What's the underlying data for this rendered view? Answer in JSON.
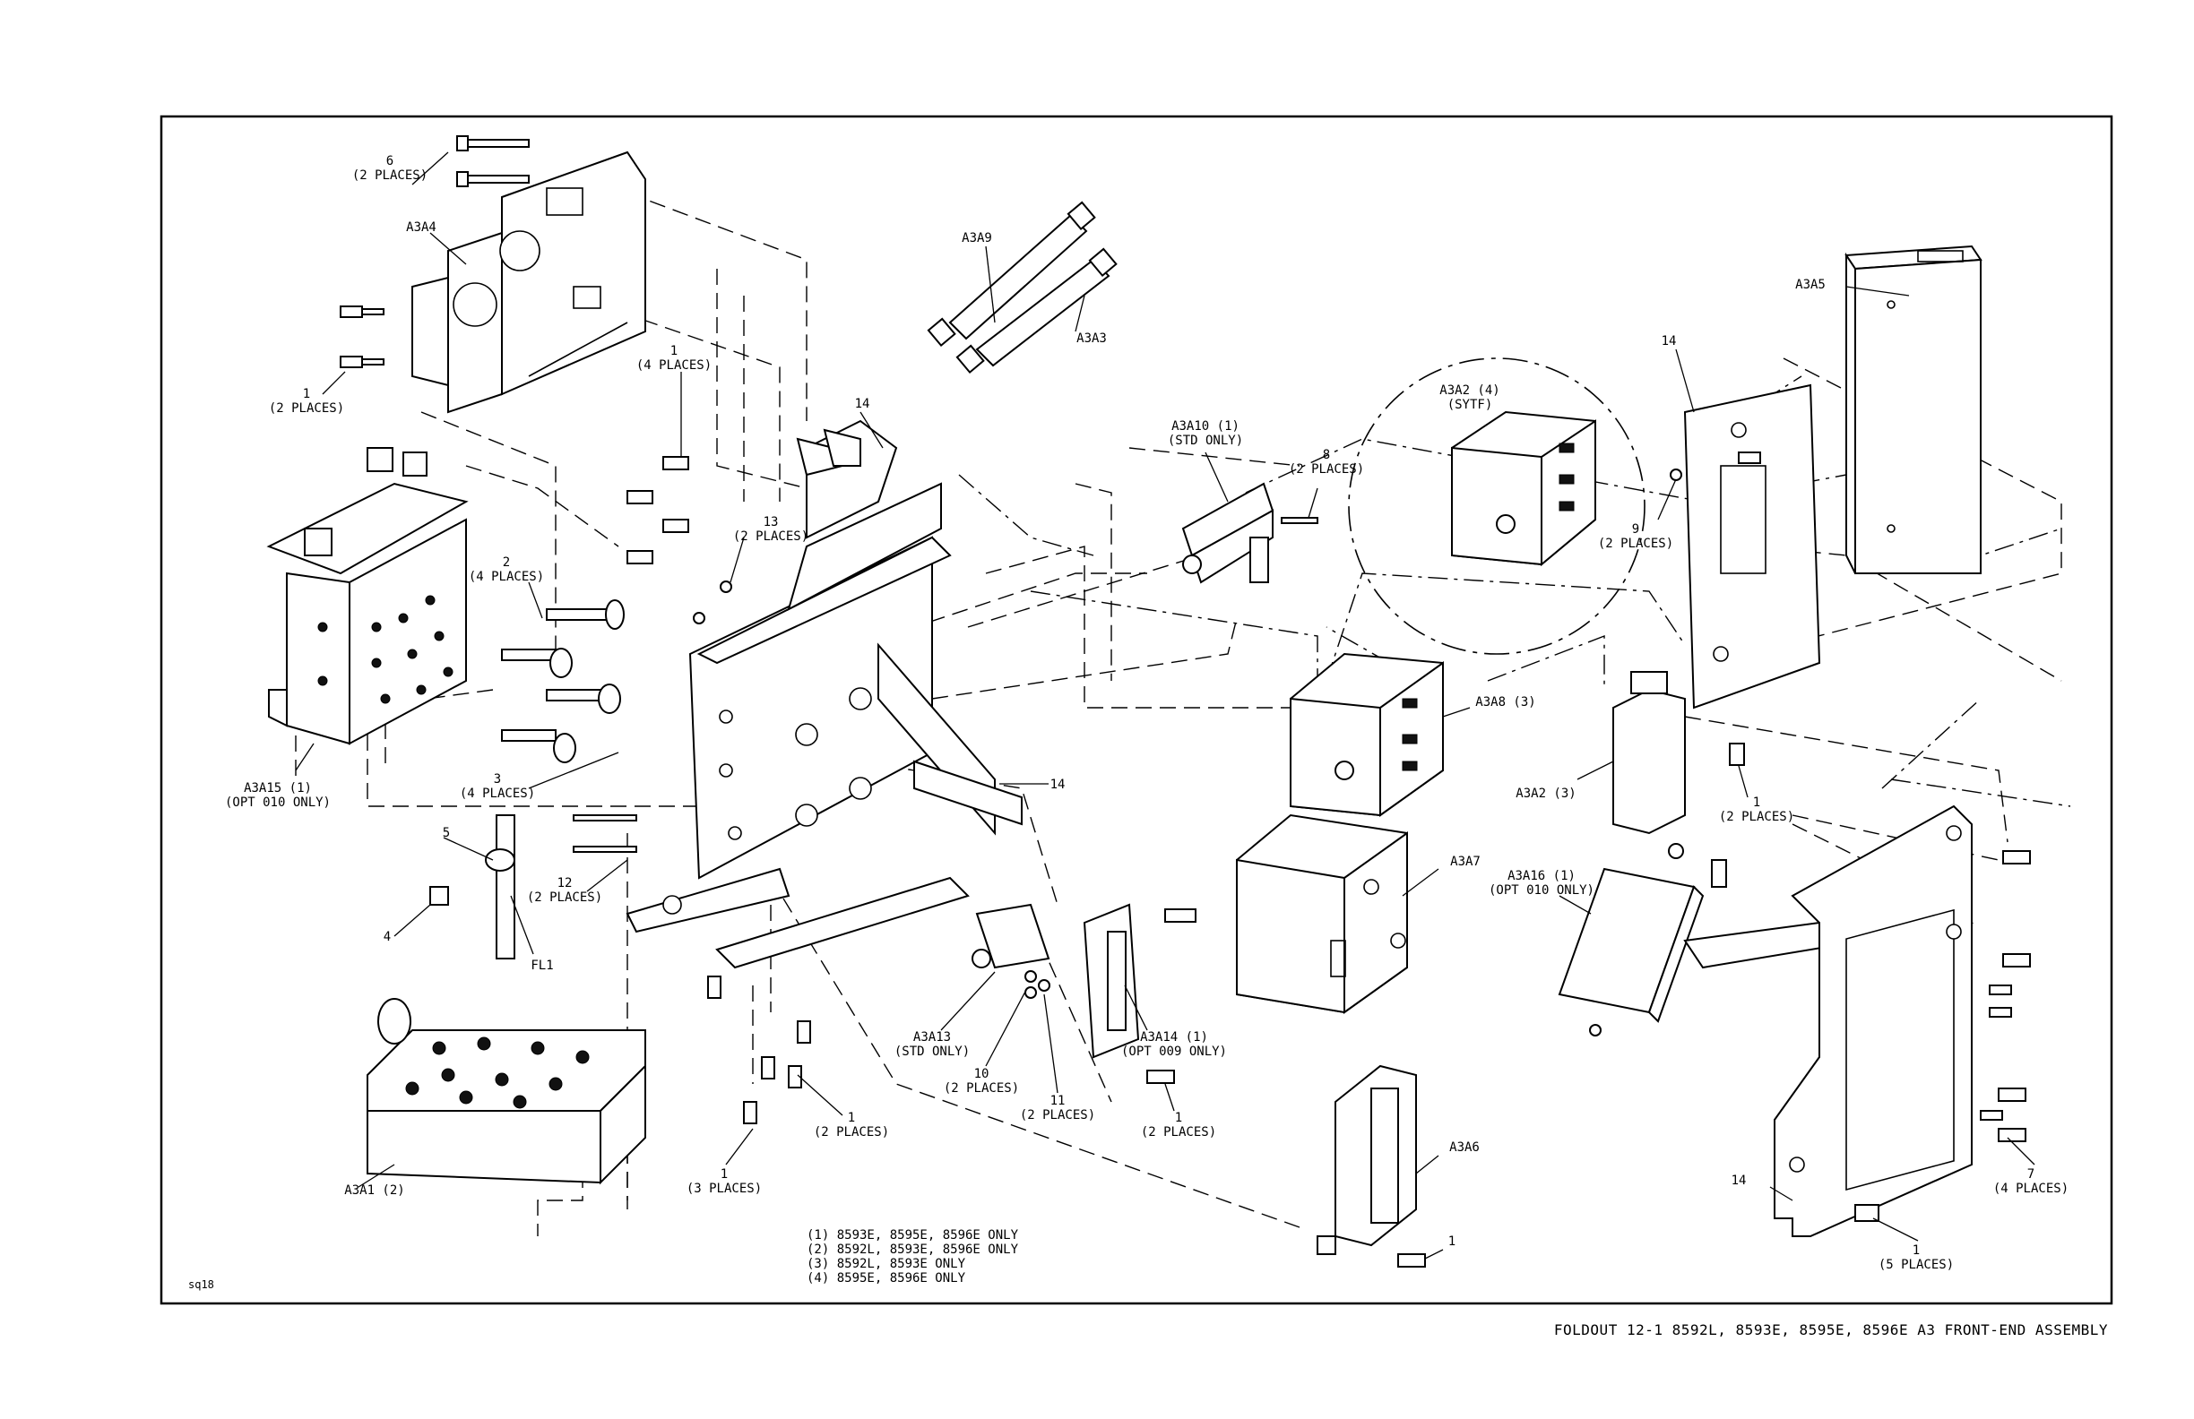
{
  "diagram": {
    "caption": "FOLDOUT 12-1   8592L, 8593E, 8595E, 8596E A3 FRONT-END ASSEMBLY",
    "drawing_id": "sq18",
    "notes": [
      "(1)  8593E, 8595E, 8596E ONLY",
      "(2)  8592L, 8593E, 8596E ONLY",
      "(3)  8592L, 8593E ONLY",
      "(4)  8595E, 8596E ONLY"
    ],
    "callouts": {
      "c6": [
        "6",
        "(2 PLACES)"
      ],
      "a3a4": "A3A4",
      "c1_top_left": [
        "1",
        "(2 PLACES)"
      ],
      "a3a15": [
        "A3A15 (1)",
        "(OPT 010 ONLY)"
      ],
      "c2": [
        "2",
        "(4 PLACES)"
      ],
      "c3": [
        "3",
        "(4 PLACES)"
      ],
      "c5": "5",
      "c4": "4",
      "fl1": "FL1",
      "c12": [
        "12",
        "(2 PLACES)"
      ],
      "a3a1": "A3A1 (2)",
      "c1_three": [
        "1",
        "(3 PLACES)"
      ],
      "c1_mid_bottom": [
        "1",
        "(2 PLACES)"
      ],
      "a3a9": "A3A9",
      "a3a3": "A3A3",
      "c1_four": [
        "1",
        "(4 PLACES)"
      ],
      "c13": [
        "13",
        "(2 PLACES)"
      ],
      "c14_top": "14",
      "c14_mid": "14",
      "a3a13": [
        "A3A13",
        "(STD ONLY)"
      ],
      "c10": [
        "10",
        "(2 PLACES)"
      ],
      "c11": [
        "11",
        "(2 PLACES)"
      ],
      "a3a14": [
        "A3A14 (1)",
        "(OPT 009 ONLY)"
      ],
      "c1_a3a14": [
        "1",
        "(2 PLACES)"
      ],
      "a3a10": [
        "A3A10 (1)",
        "(STD ONLY)"
      ],
      "c8": [
        "8",
        "(2 PLACES)"
      ],
      "a3a2_4": [
        "A3A2 (4)",
        "(SYTF)"
      ],
      "a3a8": "A3A8 (3)",
      "a3a7": "A3A7",
      "a3a6": "A3A6",
      "c1_a3a6": "1",
      "a3a5": "A3A5",
      "c14_right": "14",
      "c9": [
        "9",
        "(2 PLACES)"
      ],
      "a3a2_3": "A3A2 (3)",
      "c1_right": [
        "1",
        "(2 PLACES)"
      ],
      "a3a16": [
        "A3A16 (1)",
        "(OPT 010 ONLY)"
      ],
      "c7": [
        "7",
        "(4 PLACES)"
      ],
      "c14_bottom": "14",
      "c1_five": [
        "1",
        "(5 PLACES)"
      ]
    }
  }
}
